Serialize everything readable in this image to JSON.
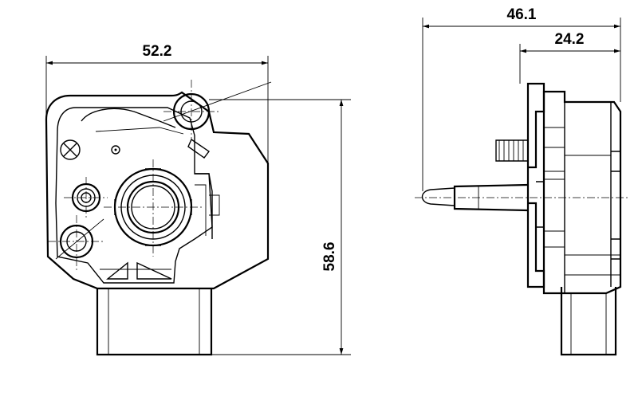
{
  "dimensions": {
    "front_width": "52.2",
    "front_height": "58.6",
    "side_total_width": "46.1",
    "side_body_width": "24.2"
  }
}
